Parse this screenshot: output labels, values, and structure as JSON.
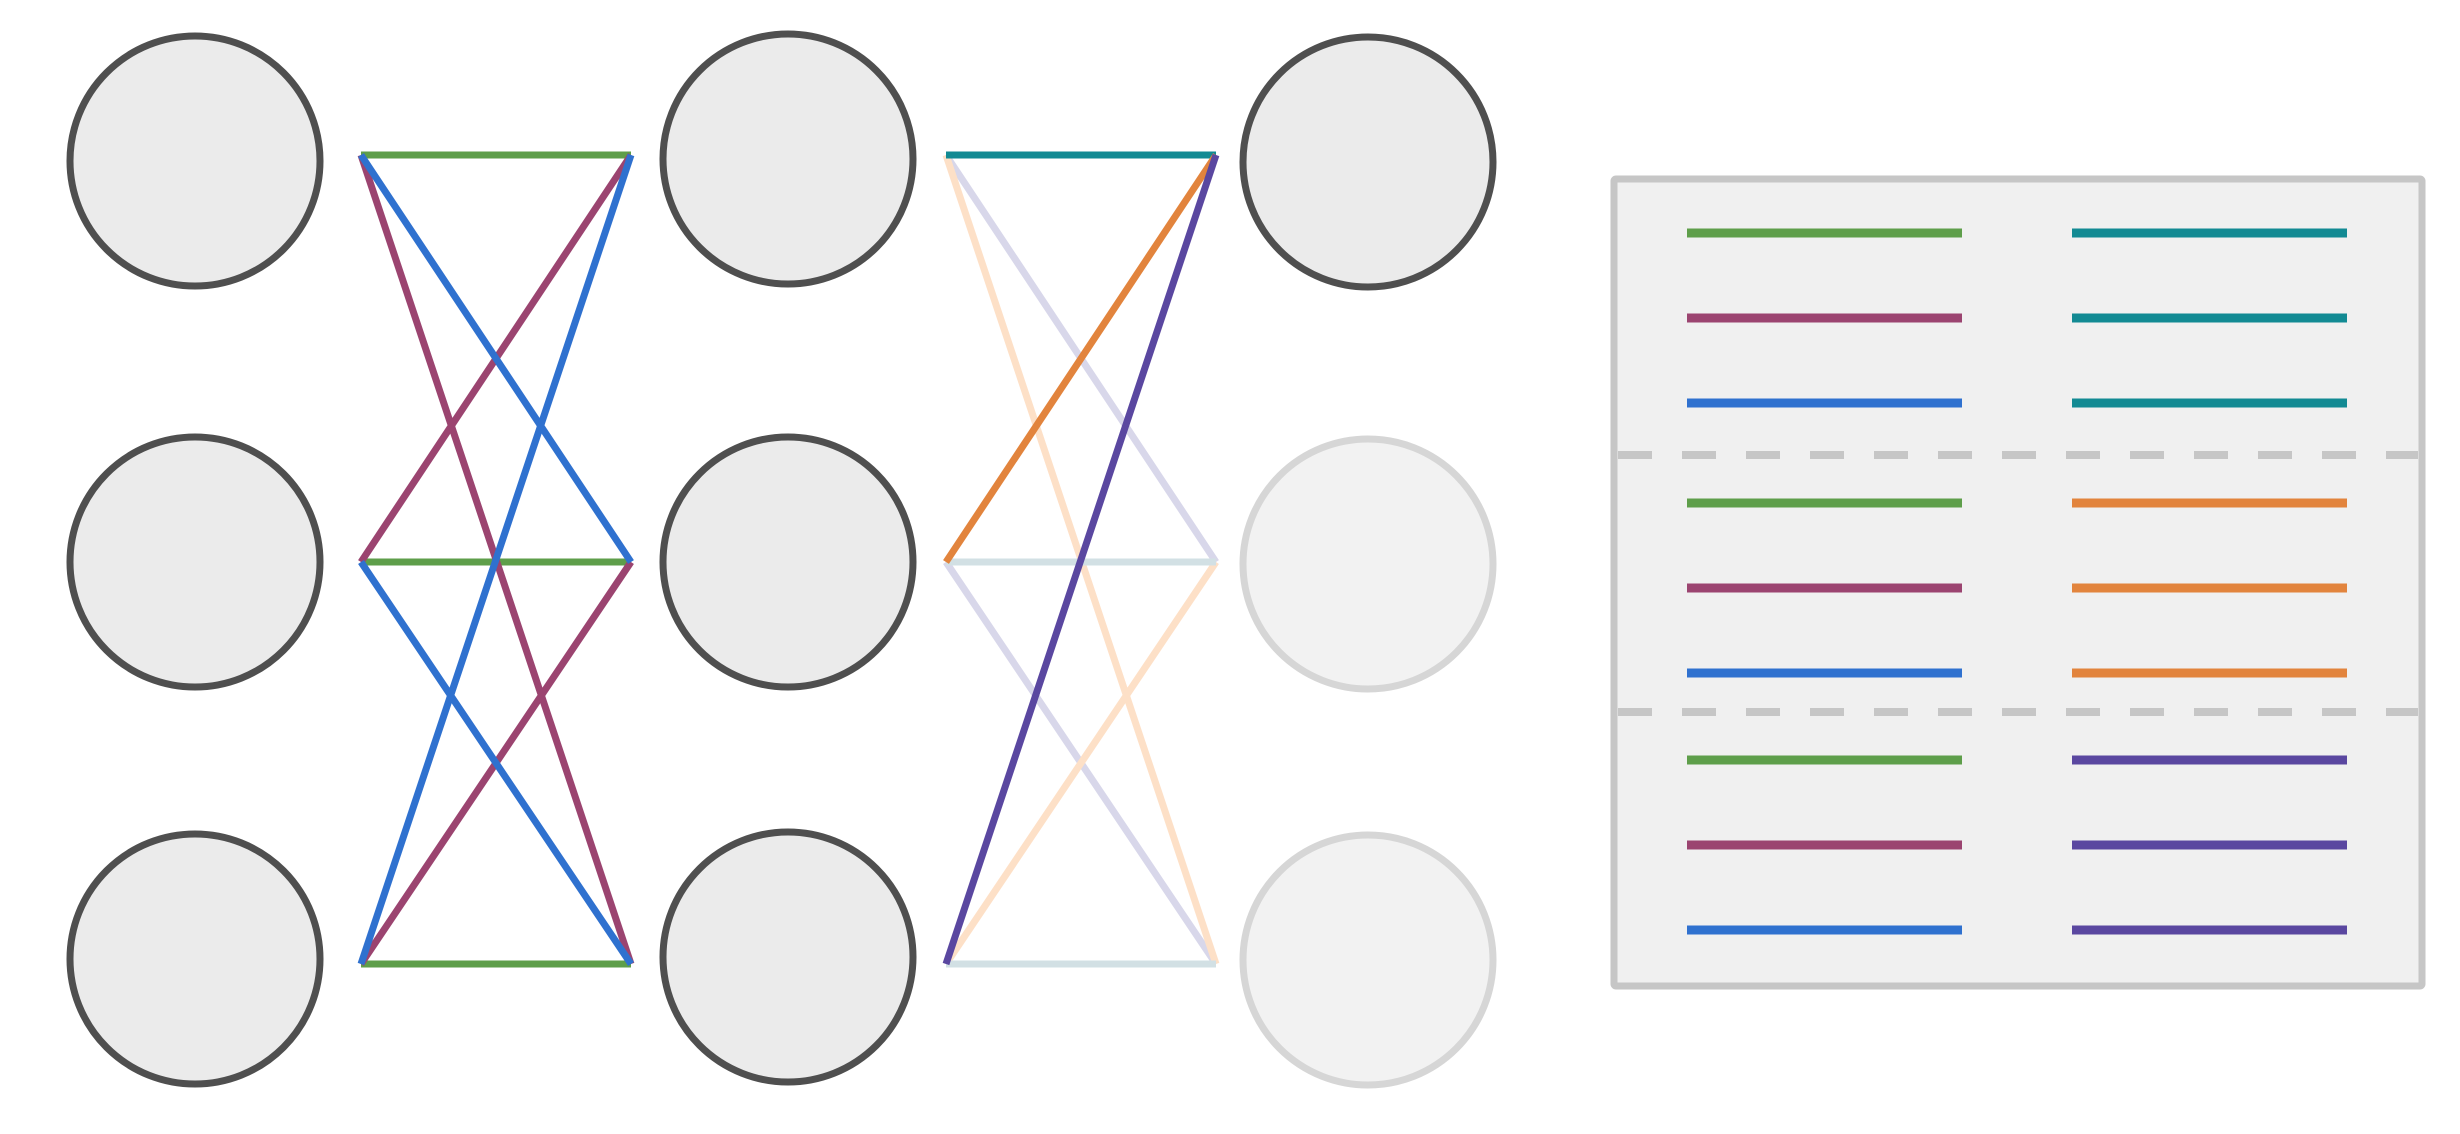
{
  "colors": {
    "node_active_fill": "#ebebeb",
    "node_active_stroke": "#4f4f4f",
    "node_faded_fill": "#f2f2f2",
    "node_faded_stroke": "#d6d6d6",
    "legend_fill": "#f0f0f0",
    "legend_stroke": "#c6c6c6",
    "legend_divider": "#c6c6c6",
    "green": "#5e9e4a",
    "magenta": "#9b4470",
    "blue": "#2f71cf",
    "teal": "#128a93",
    "orange": "#e2843d",
    "purple": "#5a47a0",
    "light_lavender": "#d8d7ea",
    "light_peach": "#fde0c7",
    "light_blue_gray": "#d2e0e4"
  },
  "layers": [
    {
      "name": "input-layer",
      "nodes": [
        "active",
        "active",
        "active"
      ]
    },
    {
      "name": "hidden-layer",
      "nodes": [
        "active",
        "active",
        "active"
      ]
    },
    {
      "name": "output-layer",
      "nodes": [
        "active",
        "faded",
        "faded"
      ]
    }
  ],
  "connections_block_1": {
    "from_layer": "input-layer",
    "to_layer": "hidden-layer",
    "edges": [
      {
        "from": 0,
        "to": 0,
        "color": "green"
      },
      {
        "from": 1,
        "to": 1,
        "color": "green"
      },
      {
        "from": 2,
        "to": 2,
        "color": "green"
      },
      {
        "from": 0,
        "to": 2,
        "color": "magenta"
      },
      {
        "from": 1,
        "to": 0,
        "color": "magenta"
      },
      {
        "from": 2,
        "to": 1,
        "color": "magenta"
      },
      {
        "from": 0,
        "to": 1,
        "color": "blue"
      },
      {
        "from": 1,
        "to": 2,
        "color": "blue"
      },
      {
        "from": 2,
        "to": 0,
        "color": "blue"
      }
    ]
  },
  "connections_block_2": {
    "from_layer": "hidden-layer",
    "to_layer": "output-layer",
    "edges": [
      {
        "from": 0,
        "to": 1,
        "color": "light_lavender"
      },
      {
        "from": 1,
        "to": 2,
        "color": "light_lavender"
      },
      {
        "from": 0,
        "to": 2,
        "color": "light_peach"
      },
      {
        "from": 2,
        "to": 1,
        "color": "light_peach"
      },
      {
        "from": 1,
        "to": 1,
        "color": "light_blue_gray"
      },
      {
        "from": 2,
        "to": 2,
        "color": "light_blue_gray"
      },
      {
        "from": 0,
        "to": 0,
        "color": "teal"
      },
      {
        "from": 1,
        "to": 0,
        "color": "orange"
      },
      {
        "from": 2,
        "to": 0,
        "color": "purple"
      }
    ]
  },
  "legend": {
    "groups": [
      {
        "left": [
          "green",
          "magenta",
          "blue"
        ],
        "right": [
          "teal",
          "teal",
          "teal"
        ]
      },
      {
        "left": [
          "green",
          "magenta",
          "blue"
        ],
        "right": [
          "orange",
          "orange",
          "orange"
        ]
      },
      {
        "left": [
          "green",
          "magenta",
          "blue"
        ],
        "right": [
          "purple",
          "purple",
          "purple"
        ]
      }
    ]
  }
}
